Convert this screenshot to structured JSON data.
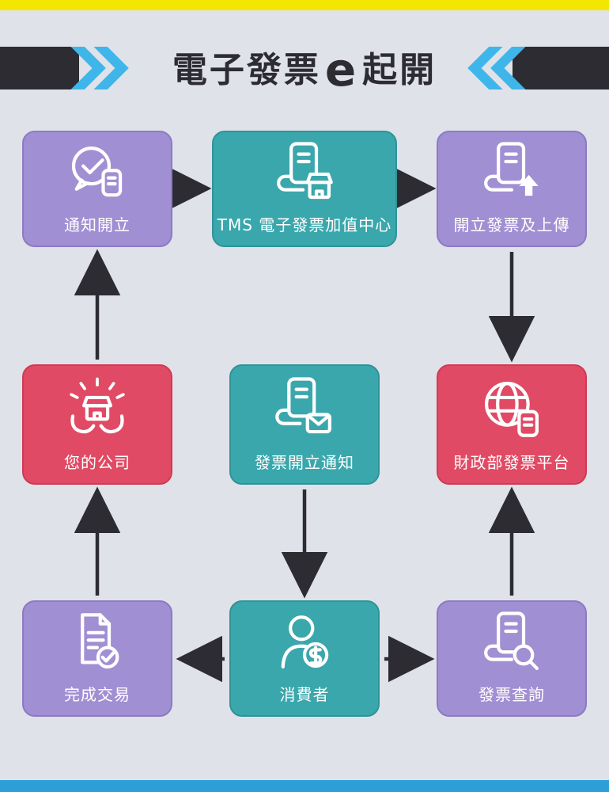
{
  "page": {
    "title_prefix": "電子發票",
    "title_e": "e",
    "title_suffix": "起開"
  },
  "nodes": [
    {
      "label": "通知開立",
      "color": "purple",
      "icon": "chat-check-receipt-icon"
    },
    {
      "label": "TMS 電子發票加值中心",
      "color": "teal",
      "icon": "receipt-storefront-icon"
    },
    {
      "label": "開立發票及上傳",
      "color": "purple",
      "icon": "receipt-upload-icon"
    },
    {
      "label": "您的公司",
      "color": "red",
      "icon": "hands-storefront-icon"
    },
    {
      "label": "發票開立通知",
      "color": "teal",
      "icon": "receipt-envelope-icon"
    },
    {
      "label": "財政部發票平台",
      "color": "red",
      "icon": "globe-receipt-icon"
    },
    {
      "label": "完成交易",
      "color": "purple",
      "icon": "document-check-icon"
    },
    {
      "label": "消費者",
      "color": "teal",
      "icon": "person-coin-icon"
    },
    {
      "label": "發票查詢",
      "color": "purple",
      "icon": "receipt-magnifier-icon"
    }
  ],
  "colors": {
    "background": "#e0e2e9",
    "top_bar": "#f3e600",
    "bottom_bar": "#2d9fd8",
    "banner_dark": "#2d2c32",
    "chevron_blue": "#3fb6e9",
    "node_purple": "#a18fd3",
    "node_teal": "#3aa7ac",
    "node_red": "#e14a64",
    "arrow": "#2d2c32",
    "icon_stroke": "#ffffff"
  }
}
